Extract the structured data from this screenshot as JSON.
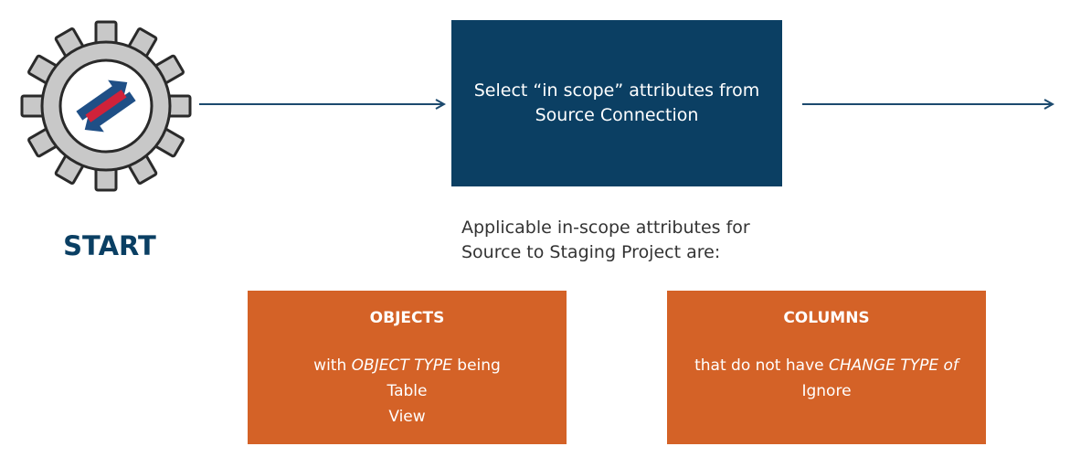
{
  "start": {
    "label": "START",
    "icon": "gear-logo-icon"
  },
  "process": {
    "line1": "Select “in scope” attributes from",
    "line2": "Source Connection"
  },
  "applicable": {
    "line1": "Applicable in-scope attributes for",
    "line2": "Source to Staging Project are:"
  },
  "objects": {
    "title": "OBJECTS",
    "line1_prefix": "with ",
    "line1_em": "OBJECT TYPE",
    "line1_suffix": " being",
    "line2": "Table",
    "line3": "View"
  },
  "columns": {
    "title": "COLUMNS",
    "line1_prefix": "that do not have ",
    "line1_em": "CHANGE TYPE of",
    "line2": "Ignore"
  },
  "colors": {
    "navy": "#0b3f63",
    "orange": "#d46227",
    "gear_gray": "#c8c8c8",
    "logo_red": "#d0223a",
    "logo_blue": "#1f4f86"
  }
}
